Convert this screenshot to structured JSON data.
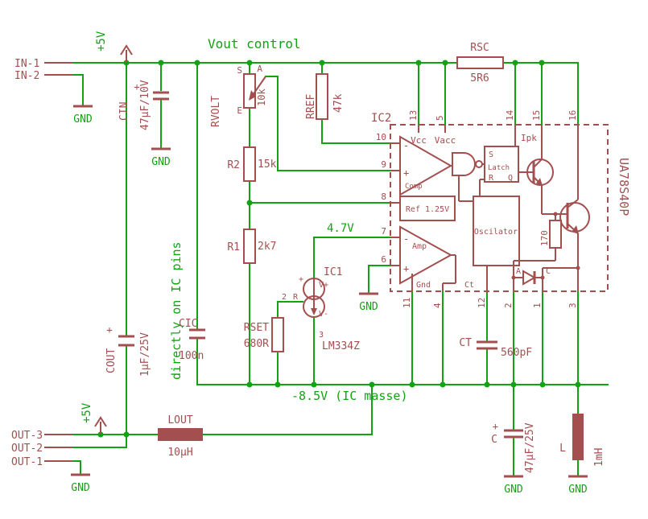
{
  "colors": {
    "background": "#ffffff",
    "wire_green": "#12a312",
    "component_red": "#a34f4f"
  },
  "annotations": {
    "vout_control": "Vout control",
    "directly_on_ic": "directly on IC pins",
    "node_47v": "4.7V",
    "neg_rail": "-8.5V (IC masse)",
    "plus5v": "+5V",
    "gnd": "GND"
  },
  "connector": {
    "in1": "IN-1",
    "in2": "IN-2",
    "out3": "OUT-3",
    "out2": "OUT-2",
    "out1": "OUT-1"
  },
  "components": {
    "cin": {
      "name": "CIN",
      "value": "47µF/10V",
      "polarity": "+"
    },
    "cout": {
      "name": "COUT",
      "value": "1µF/25V",
      "polarity": "+"
    },
    "cic": {
      "name": "CIC",
      "value": "100n"
    },
    "c": {
      "name": "C",
      "value": "47µF/25V",
      "polarity": "+"
    },
    "ct": {
      "name": "CT",
      "value": "560pF"
    },
    "rvolt": {
      "name": "RVOLT",
      "value": "10k",
      "term_s": "S",
      "term_a": "A",
      "term_e": "E"
    },
    "rref": {
      "name": "RREF",
      "value": "47k"
    },
    "r1": {
      "name": "R1",
      "value": "2k7"
    },
    "r2": {
      "name": "R2",
      "value": "15k"
    },
    "rsc": {
      "name": "RSC",
      "value": "5R6"
    },
    "rset": {
      "name": "RSET",
      "value": "680R"
    },
    "r170": {
      "value": "170"
    },
    "lout": {
      "name": "LOUT",
      "value": "10µH"
    },
    "l": {
      "name": "L",
      "value": "1mH"
    },
    "ic1": {
      "name": "IC1",
      "value": "LM334Z",
      "label_plus": "+",
      "label_vplus": "V+",
      "label_r": "R",
      "label_vminus": "V-",
      "pin2": "2",
      "pin3": "3"
    },
    "ic2": {
      "name": "IC2",
      "value": "UA78S40P"
    }
  },
  "ic2_internal": {
    "vcc": "Vcc",
    "vacc": "Vacc",
    "ipk": "Ipk",
    "latch_s": "S",
    "latch_label": "Latch",
    "latch_r": "R",
    "latch_q": "Q",
    "comp": "Comp",
    "ref": "Ref 1.25V",
    "osc": "Oscilator",
    "amp": "Amp",
    "gnd": "Gnd",
    "ct": "Ct",
    "minus": "-",
    "plus": "+",
    "diode_a": "A",
    "diode_c": "C",
    "pins_top": [
      "13",
      "5",
      "14",
      "15",
      "16"
    ],
    "pins_left": [
      "10",
      "9",
      "8",
      "7",
      "6"
    ],
    "pins_bottom": [
      "11",
      "4",
      "12",
      "2",
      "1",
      "3"
    ]
  }
}
